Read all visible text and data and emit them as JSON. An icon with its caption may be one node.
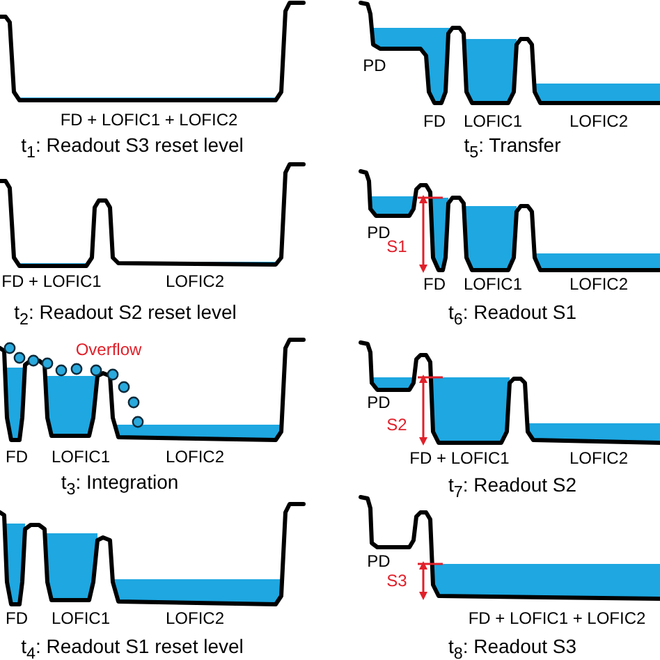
{
  "diagram": {
    "labels": [
      "FD + LOFIC1 + LOFIC2",
      "t$_{1}$: Readout S3 reset level",
      "PD",
      "FD",
      "LOFIC1",
      "LOFIC2",
      "t$_{5}$: Transfer",
      "FD + LOFIC1",
      "LOFIC2",
      "t$_{2}$: Readout S2 reset level",
      "PD",
      "S1",
      "FD",
      "LOFIC1",
      "LOFIC2",
      "t$_{6}$: Readout S1",
      "Overflow",
      "FD",
      "LOFIC1",
      "LOFIC2",
      "t$_{3}$: Integration",
      "PD",
      "S2",
      "FD + LOFIC1",
      "LOFIC2",
      "t$_{7}$: Readout S2",
      "FD",
      "LOFIC1",
      "LOFIC2",
      "t$_{4}$: Readout S1 reset level",
      "PD",
      "S3",
      "FD + LOFIC1 + LOFIC2",
      "t$_{8}$: Readout S3"
    ]
  }
}
